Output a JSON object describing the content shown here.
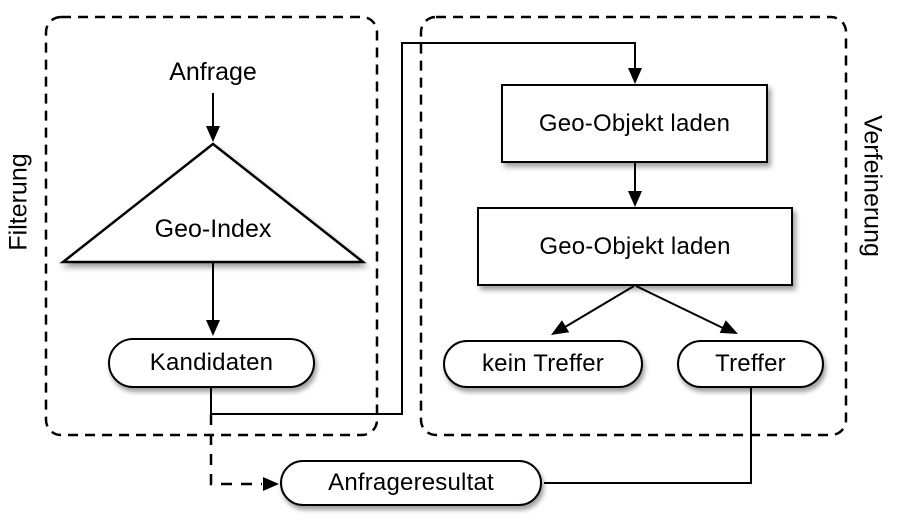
{
  "diagram_title": "geo-query-two-phase-flow",
  "colors": {
    "background": "#ffffff",
    "stroke": "#000000",
    "node_fill": "#ffffff"
  },
  "phases": {
    "filterung": {
      "label": "Filterung"
    },
    "verfeinerung": {
      "label": "Verfeinerung"
    }
  },
  "nodes": {
    "anfrage": {
      "label": "Anfrage",
      "shape": "text"
    },
    "geo_index": {
      "label": "Geo-Index",
      "shape": "triangle"
    },
    "kandidaten": {
      "label": "Kandidaten",
      "shape": "stadium"
    },
    "load1": {
      "label": "Geo-Objekt laden",
      "shape": "rect"
    },
    "load2": {
      "label": "Geo-Objekt laden",
      "shape": "rect"
    },
    "kein_treffer": {
      "label": "kein Treffer",
      "shape": "stadium"
    },
    "treffer": {
      "label": "Treffer",
      "shape": "stadium"
    },
    "anfrageresultat": {
      "label": "Anfrageresultat",
      "shape": "stadium"
    }
  },
  "edges": [
    {
      "from": "anfrage",
      "to": "geo_index",
      "style": "solid",
      "arrowhead": true
    },
    {
      "from": "geo_index",
      "to": "kandidaten",
      "style": "solid",
      "arrowhead": true
    },
    {
      "from": "kandidaten",
      "to": "load1",
      "style": "solid",
      "arrowhead": true,
      "route": "up-and-over between phase boxes"
    },
    {
      "from": "load1",
      "to": "load2",
      "style": "solid",
      "arrowhead": true
    },
    {
      "from": "load2",
      "to": "kein_treffer",
      "style": "solid",
      "arrowhead": true
    },
    {
      "from": "load2",
      "to": "treffer",
      "style": "solid",
      "arrowhead": true
    },
    {
      "from": "kandidaten",
      "to": "anfrageresultat",
      "style": "dashed",
      "arrowhead": true
    },
    {
      "from": "treffer",
      "to": "anfrageresultat",
      "style": "solid",
      "arrowhead": false
    }
  ]
}
